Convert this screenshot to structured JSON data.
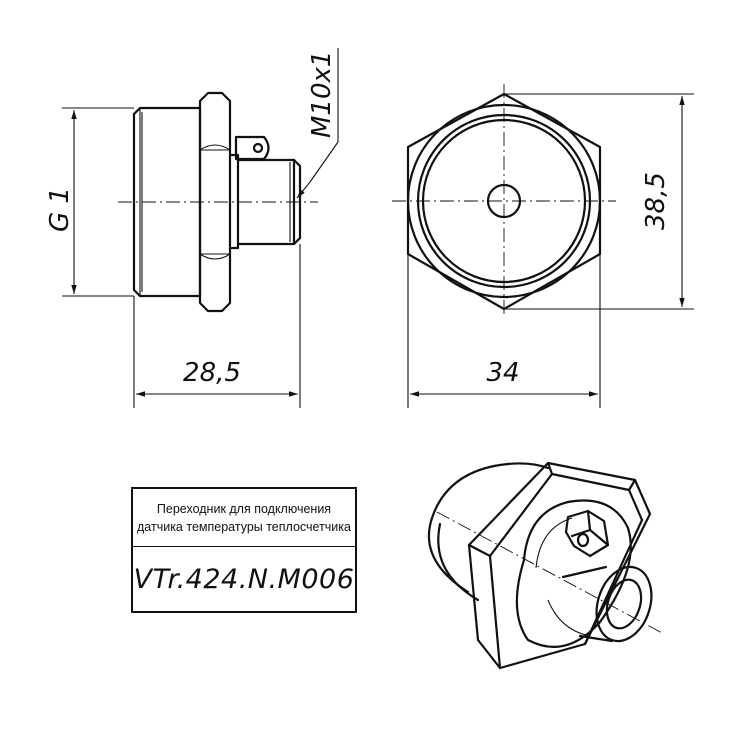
{
  "dimensions": {
    "thread_g": "G 1",
    "thread_m": "M10x1",
    "length": "28,5",
    "hex_width": "34",
    "hex_height": "38,5"
  },
  "title_block": {
    "name_line_1": "Переходник для подключения",
    "name_line_2": "датчика температуры теплосчетчика",
    "part_code": "VTr.424.N.M006"
  }
}
